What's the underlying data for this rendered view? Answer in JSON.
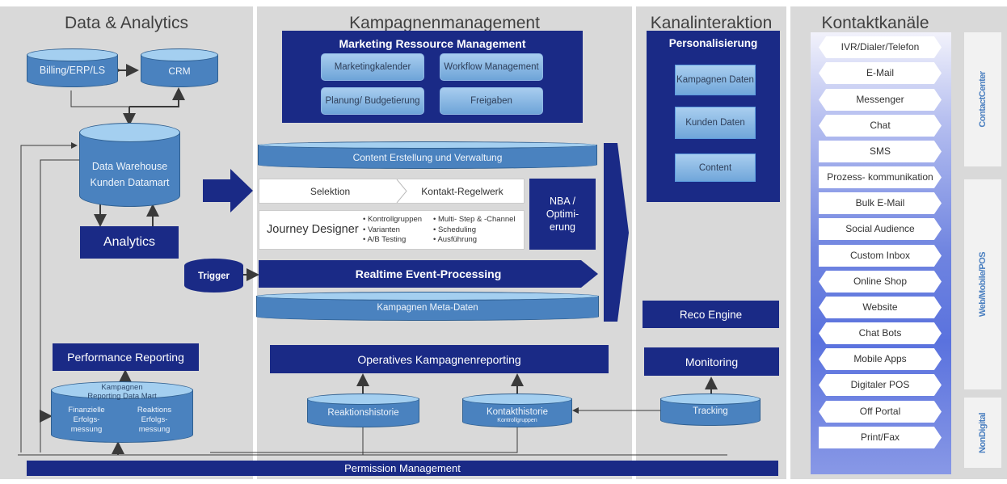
{
  "columns": {
    "data_analytics": {
      "title": "Data & Analytics",
      "billing": "Billing/ERP/LS",
      "crm": "CRM",
      "dwh_line1": "Data Warehouse",
      "dwh_line2": "Kunden Datamart",
      "analytics": "Analytics",
      "trigger": "Trigger",
      "performance_reporting": "Performance Reporting",
      "reporting_mart_line1": "Kampagnen",
      "reporting_mart_line2": "Reporting Data Mart",
      "financial_success": "Finanzielle Erfolgs-messung",
      "reaction_success": "Reaktions Erfolgs-messung"
    },
    "campaign_management": {
      "title": "Kampagnenmanagement",
      "mrm_title": "Marketing Ressource Management",
      "mrm_items": [
        "Marketingkalender",
        "Workflow Management",
        "Planung/ Budgetierung",
        "Freigaben"
      ],
      "content": "Content Erstellung und Verwaltung",
      "selektion": "Selektion",
      "kontakt_regelwerk": "Kontakt-Regelwerk",
      "nba": "NBA / Optimi-erung",
      "journey_designer": "Journey Designer",
      "journey_bullets_left": [
        "Kontrollgruppen",
        "Varianten",
        "A/B Testing"
      ],
      "journey_bullets_right": [
        "Multi- Step & -Channel",
        "Scheduling",
        "Ausführung"
      ],
      "realtime": "Realtime Event-Processing",
      "meta_data": "Kampagnen Meta-Daten",
      "operative_reporting": "Operatives Kampagnenreporting",
      "reaction_history": "Reaktionshistorie",
      "contact_history": "Kontakthistorie",
      "contact_history_sub": "Kontrollgruppen"
    },
    "channel_interaction": {
      "title": "Kanalinteraktion",
      "personalization_title": "Personalisierung",
      "personalization_items": [
        "Kampagnen Daten",
        "Kunden Daten",
        "Content"
      ],
      "reco_engine": "Reco Engine",
      "monitoring": "Monitoring",
      "tracking": "Tracking"
    },
    "contact_channels": {
      "title": "Kontaktkanäle",
      "channels": [
        {
          "label": "IVR/Dialer/Telefon",
          "shape": "both"
        },
        {
          "label": "E-Mail",
          "shape": "both"
        },
        {
          "label": "Messenger",
          "shape": "both"
        },
        {
          "label": "Chat",
          "shape": "both"
        },
        {
          "label": "SMS",
          "shape": "right"
        },
        {
          "label": "Prozess- kommunikation",
          "shape": "right"
        },
        {
          "label": "Bulk E-Mail",
          "shape": "right"
        },
        {
          "label": "Social Audience",
          "shape": "right"
        },
        {
          "label": "Custom Inbox",
          "shape": "right"
        },
        {
          "label": "Online Shop",
          "shape": "both"
        },
        {
          "label": "Website",
          "shape": "both"
        },
        {
          "label": "Chat Bots",
          "shape": "both"
        },
        {
          "label": "Mobile Apps",
          "shape": "both"
        },
        {
          "label": "Digitaler POS",
          "shape": "both"
        },
        {
          "label": "Off Portal",
          "shape": "both"
        },
        {
          "label": "Print/Fax",
          "shape": "right"
        }
      ],
      "groups": [
        "ContactCenter",
        "Web/Mobile/POS",
        "NonDigital"
      ]
    }
  },
  "permission_management": "Permission Management",
  "colors": {
    "navy": "#1a2a86",
    "cylinder_body": "#4a82bf",
    "cylinder_top": "#a4cff0",
    "column_bg": "#d9d9d9"
  }
}
